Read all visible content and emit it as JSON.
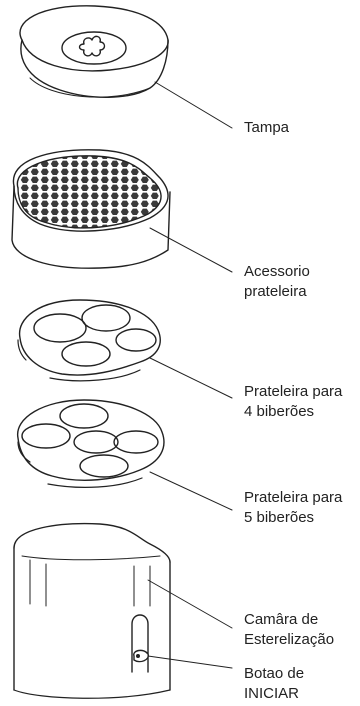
{
  "labels": {
    "lid": [
      "Tampa"
    ],
    "shelf_accessory": [
      "Acessorio",
      "prateleira"
    ],
    "rack_4": [
      "Prateleira para",
      "4 biberões"
    ],
    "rack_5": [
      "Prateleira para",
      "5 biberões"
    ],
    "chamber": [
      "Camâra de",
      "Esterelização"
    ],
    "start_button": [
      "Botao de",
      "INICIAR"
    ]
  },
  "colors": {
    "stroke": "#222222",
    "text": "#222222",
    "background": "#ffffff"
  }
}
